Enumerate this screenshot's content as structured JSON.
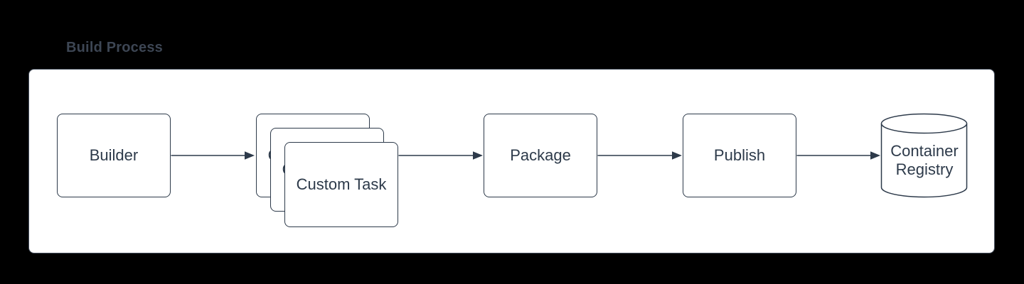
{
  "title": "Build Process",
  "colors": {
    "background": "#000000",
    "panel_fill": "#ffffff",
    "panel_border": "#47505e",
    "node_stroke": "#2d3a4a",
    "node_fill": "#ffffff",
    "node_text": "#2d3a4a",
    "title_text": "#3d4654",
    "connector": "#2d3a4a"
  },
  "diagram": {
    "nodes": [
      {
        "id": "builder",
        "label": "Builder",
        "shape": "rounded-rectangle"
      },
      {
        "id": "custom-task",
        "label": "Custom Task",
        "shape": "stacked-rounded-rectangles",
        "stack_count": 3
      },
      {
        "id": "package",
        "label": "Package",
        "shape": "rounded-rectangle"
      },
      {
        "id": "publish",
        "label": "Publish",
        "shape": "rounded-rectangle"
      },
      {
        "id": "container-registry",
        "label": "Container Registry",
        "shape": "cylinder"
      }
    ],
    "edges": [
      {
        "from": "builder",
        "to": "custom-task"
      },
      {
        "from": "custom-task",
        "to": "package"
      },
      {
        "from": "package",
        "to": "publish"
      },
      {
        "from": "publish",
        "to": "container-registry"
      }
    ]
  }
}
